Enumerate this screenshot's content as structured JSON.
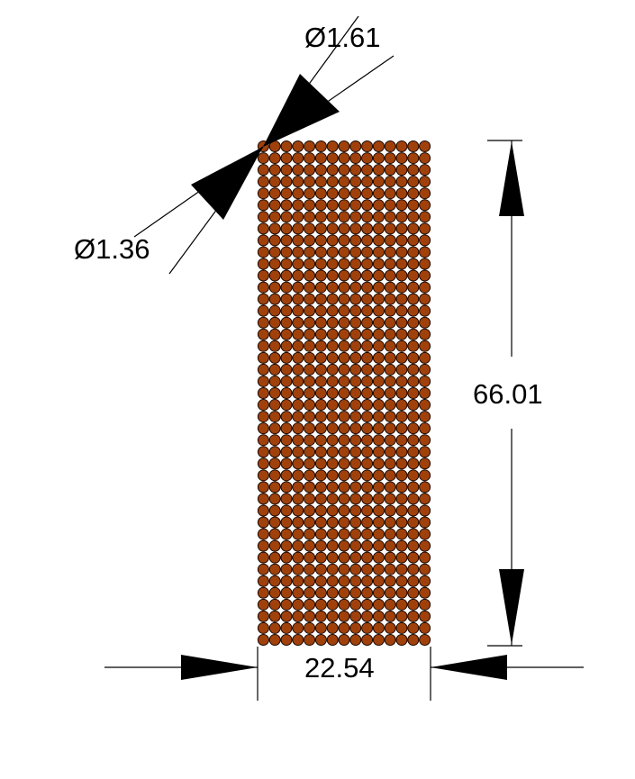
{
  "drawing": {
    "grid": {
      "rows": 43,
      "cols": 15,
      "circle_fill": "#a0410b",
      "circle_stroke": "#1a0800"
    },
    "dimensions": {
      "outer_diameter": {
        "label": "Ø1.61",
        "value": 1.61
      },
      "inner_diameter": {
        "label": "Ø1.36",
        "value": 1.36
      },
      "height": {
        "label": "66.01",
        "value": 66.01
      },
      "width": {
        "label": "22.54",
        "value": 22.54
      }
    }
  }
}
